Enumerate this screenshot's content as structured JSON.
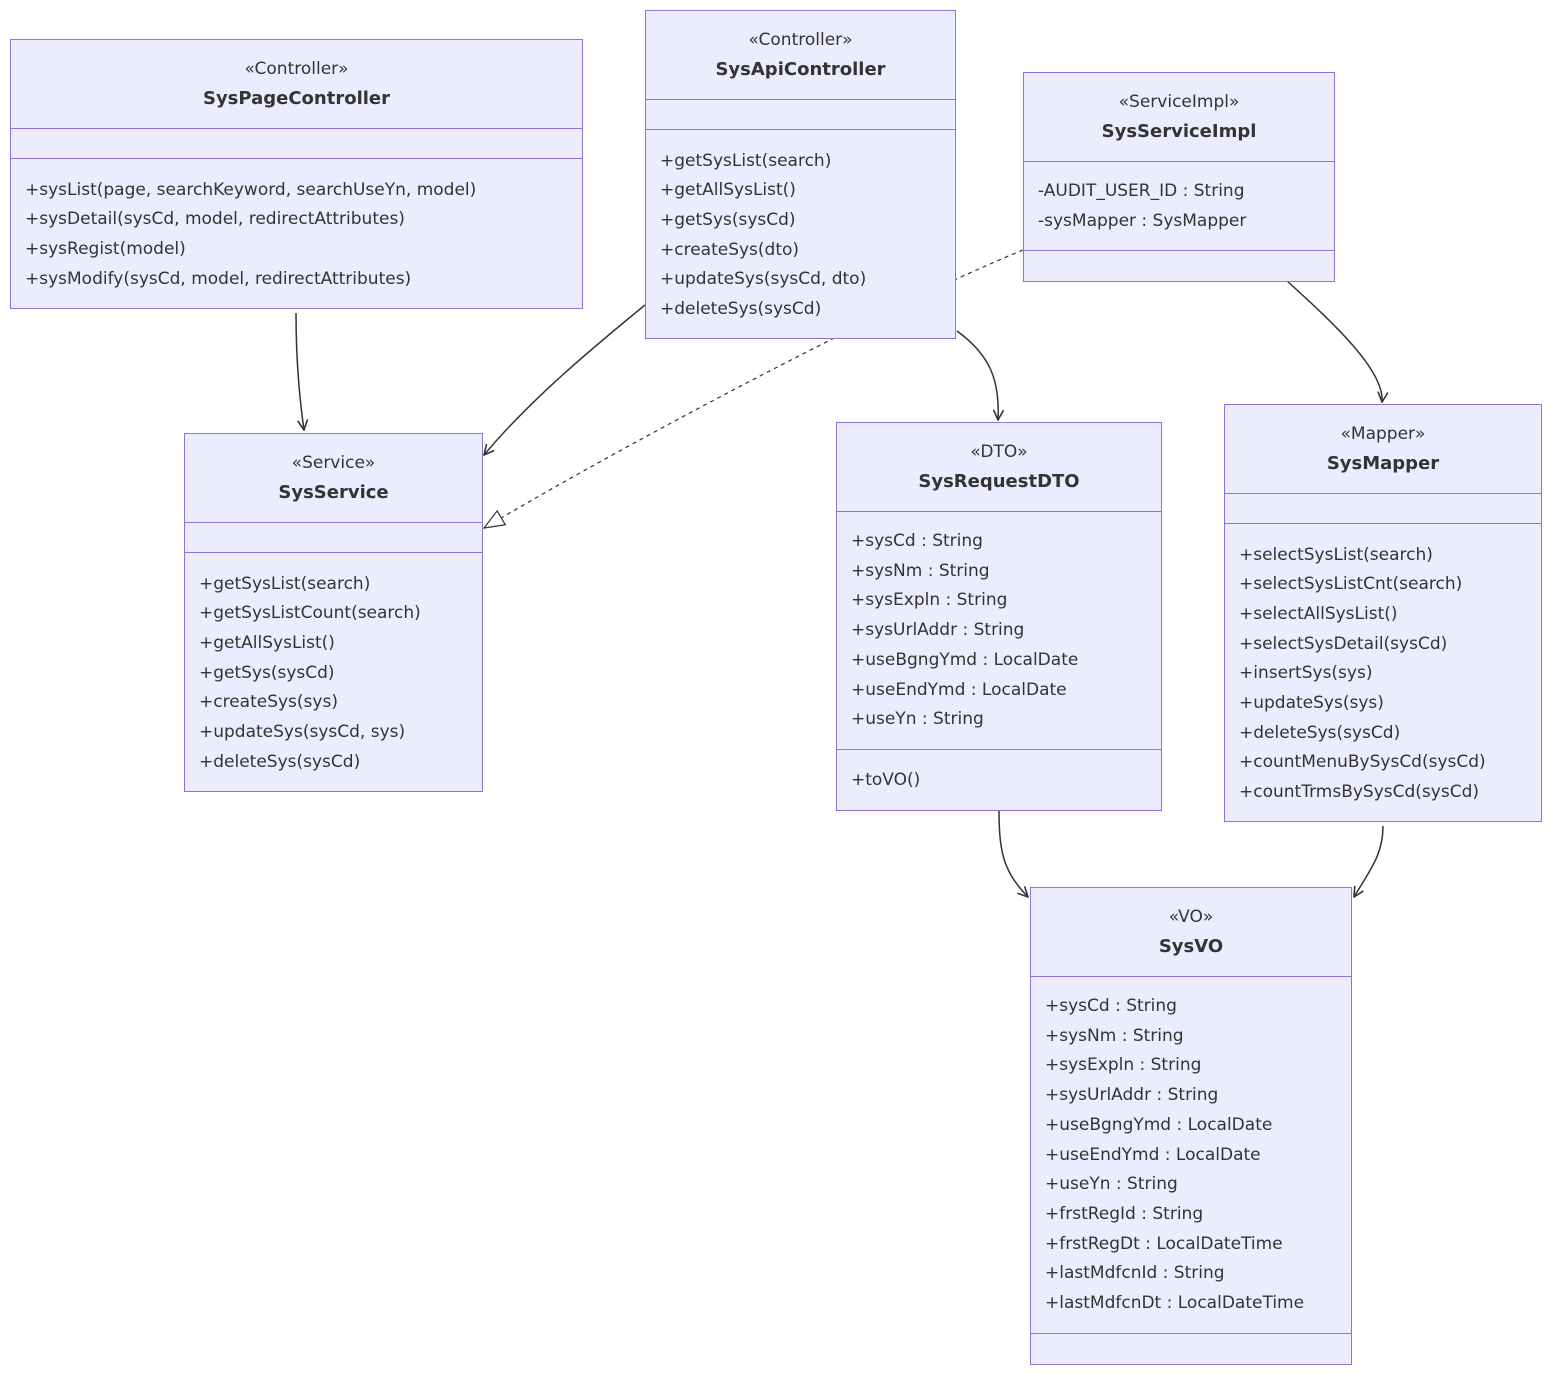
{
  "colors": {
    "box_fill": "#ececff",
    "box_border": "#9370db",
    "edge": "#333333",
    "text": "#333333"
  },
  "classes": [
    {
      "id": "SysPageController",
      "stereotype": "«Controller»",
      "name": "SysPageController",
      "attributes": [],
      "methods": [
        "+sysList(page, searchKeyword, searchUseYn, model)",
        "+sysDetail(sysCd, model, redirectAttributes)",
        "+sysRegist(model)",
        "+sysModify(sysCd, model, redirectAttributes)"
      ]
    },
    {
      "id": "SysApiController",
      "stereotype": "«Controller»",
      "name": "SysApiController",
      "attributes": [],
      "methods": [
        "+getSysList(search)",
        "+getAllSysList()",
        "+getSys(sysCd)",
        "+createSys(dto)",
        "+updateSys(sysCd, dto)",
        "+deleteSys(sysCd)"
      ]
    },
    {
      "id": "SysServiceImpl",
      "stereotype": "«ServiceImpl»",
      "name": "SysServiceImpl",
      "attributes": [
        "-AUDIT_USER_ID : String",
        "-sysMapper : SysMapper"
      ],
      "methods": []
    },
    {
      "id": "SysService",
      "stereotype": "«Service»",
      "name": "SysService",
      "attributes": [],
      "methods": [
        "+getSysList(search)",
        "+getSysListCount(search)",
        "+getAllSysList()",
        "+getSys(sysCd)",
        "+createSys(sys)",
        "+updateSys(sysCd, sys)",
        "+deleteSys(sysCd)"
      ]
    },
    {
      "id": "SysRequestDTO",
      "stereotype": "«DTO»",
      "name": "SysRequestDTO",
      "attributes": [
        "+sysCd : String",
        "+sysNm : String",
        "+sysExpln : String",
        "+sysUrlAddr : String",
        "+useBgngYmd : LocalDate",
        "+useEndYmd : LocalDate",
        "+useYn : String"
      ],
      "methods": [
        "+toVO()"
      ]
    },
    {
      "id": "SysMapper",
      "stereotype": "«Mapper»",
      "name": "SysMapper",
      "attributes": [],
      "methods": [
        "+selectSysList(search)",
        "+selectSysListCnt(search)",
        "+selectAllSysList()",
        "+selectSysDetail(sysCd)",
        "+insertSys(sys)",
        "+updateSys(sys)",
        "+deleteSys(sysCd)",
        "+countMenuBySysCd(sysCd)",
        "+countTrmsBySysCd(sysCd)"
      ]
    },
    {
      "id": "SysVO",
      "stereotype": "«VO»",
      "name": "SysVO",
      "attributes": [
        "+sysCd : String",
        "+sysNm : String",
        "+sysExpln : String",
        "+sysUrlAddr : String",
        "+useBgngYmd : LocalDate",
        "+useEndYmd : LocalDate",
        "+useYn : String",
        "+frstRegId : String",
        "+frstRegDt : LocalDateTime",
        "+lastMdfcnId : String",
        "+lastMdfcnDt : LocalDateTime"
      ],
      "methods": []
    }
  ],
  "relations": [
    {
      "from": "SysPageController",
      "to": "SysService",
      "type": "association"
    },
    {
      "from": "SysApiController",
      "to": "SysService",
      "type": "association"
    },
    {
      "from": "SysApiController",
      "to": "SysRequestDTO",
      "type": "association"
    },
    {
      "from": "SysServiceImpl",
      "to": "SysService",
      "type": "realization"
    },
    {
      "from": "SysServiceImpl",
      "to": "SysMapper",
      "type": "association"
    },
    {
      "from": "SysRequestDTO",
      "to": "SysVO",
      "type": "association"
    },
    {
      "from": "SysMapper",
      "to": "SysVO",
      "type": "association"
    }
  ]
}
